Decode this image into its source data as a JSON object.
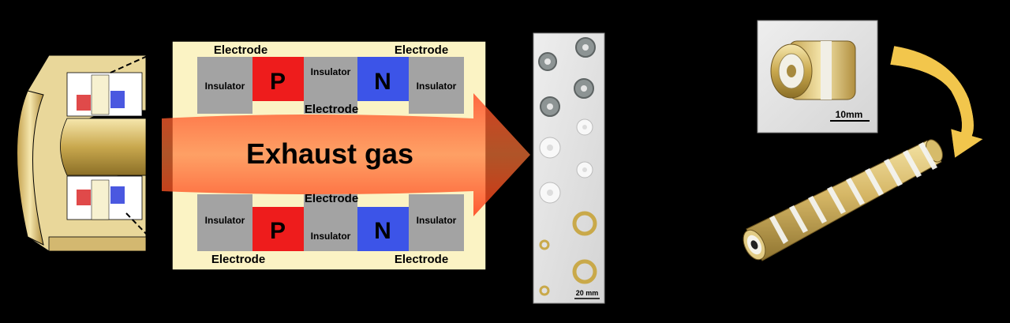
{
  "schematic": {
    "electrode_label": "Electrode",
    "insulator_label": "Insulator",
    "p_label": "P",
    "n_label": "N",
    "flow_label": "Exhaust gas"
  },
  "samples_photo": {
    "scale_label": "20 mm"
  },
  "module_photo": {
    "scale_label": "10mm"
  },
  "colors": {
    "background": "#000000",
    "electrode": "#fbf3c4",
    "insulator": "#a3a3a3",
    "p_type": "#ee1c1c",
    "n_type": "#3c54e8",
    "arrow": "#ff3a1a",
    "gold": "#d9bf6e",
    "curved_arrow": "#f2c64c"
  }
}
